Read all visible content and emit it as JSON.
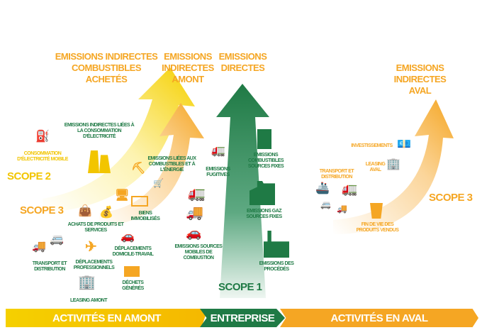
{
  "headers": {
    "indirect_fuel": "EMISSIONS INDIRECTES COMBUSTIBLES ACHETÉS",
    "indirect_upstream": "EMISSIONS INDIRECTES AMONT",
    "direct": "EMISSIONS DIRECTES",
    "indirect_downstream": "EMISSIONS INDIRECTES AVAL"
  },
  "scopes": {
    "scope1": "SCOPE 1",
    "scope2": "SCOPE 2",
    "scope3_left": "SCOPE 3",
    "scope3_right": "SCOPE 3"
  },
  "scope2_items": {
    "electricity": "EMISSIONS INDIRECTES LIÉES À LA CONSOMMATION D'ÉLECTRICITÉ",
    "mobile": "CONSOMMATION D'ÉLECTRICITÉ MOBILE"
  },
  "upstream_items": {
    "fuel_energy": "EMISSIONS LIÉES AUX COMBUSTIBLES ET À L'ÉNERGIE",
    "purchases": "ACHATS DE PRODUITS ET SERVICES",
    "capital_goods": "BIENS IMMOBILISÉS",
    "commuting": "DÉPLACEMENTS DOMICILE-TRAVAIL",
    "business_travel": "DÉPLACEMENTS PROFESSIONNELS",
    "transport": "TRANSPORT ET DISTRIBUTION",
    "waste": "DÉCHETS GÉNÉRÉS",
    "leasing": "LEASING AMONT"
  },
  "direct_items": {
    "fugitive": "EMISSIONS FUGITIVES",
    "fixed_fuel": "EMISSIONS COMBUSTIBLES SOURCES FIXES",
    "fixed_gas": "EMISSIONS GAZ SOURCES FIXES",
    "mobile": "EMISSIONS SOURCES MOBILES DE COMBUSTION",
    "process": "EMISSIONS DES PROCÉDÉS"
  },
  "downstream_items": {
    "investments": "INVESTISSEMENTS",
    "leasing": "LEASING AVAL",
    "transport": "TRANSPORT ET DISTRIBUTION",
    "end_of_life": "FIN DE VIE DES PRODUITS VENDUS"
  },
  "bottom_bar": {
    "upstream": "ACTIVITÉS EN AMONT",
    "company": "ENTREPRISE",
    "downstream": "ACTIVITÉS EN AVAL"
  },
  "colors": {
    "orange": "#f5a623",
    "yellow": "#f2c500",
    "green": "#1f7a45"
  }
}
